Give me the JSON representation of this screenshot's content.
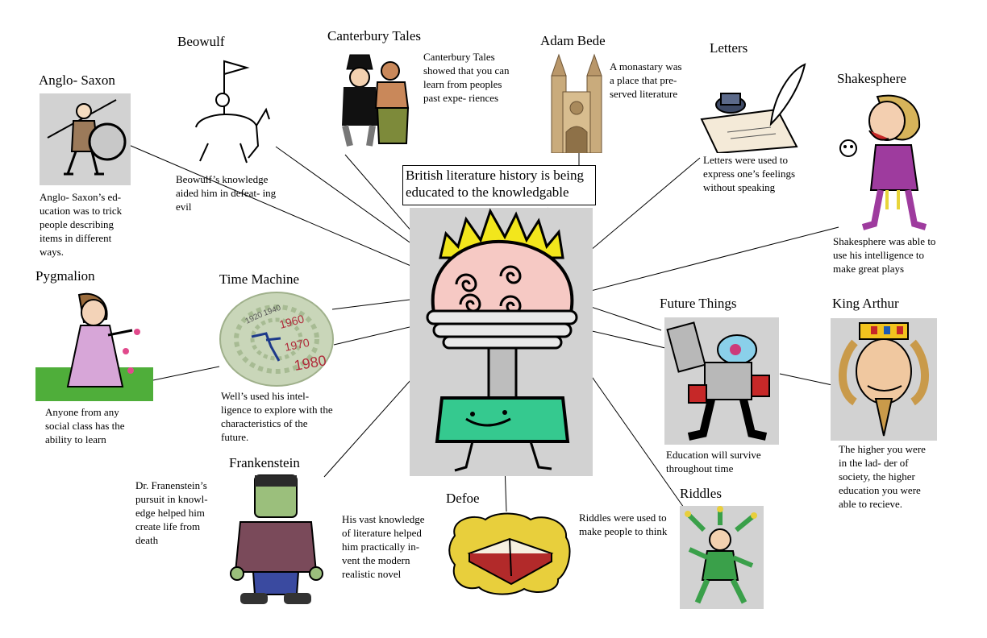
{
  "central": {
    "text": "British literature history is being educated to the knowledgable"
  },
  "nodes": {
    "anglo_saxon": {
      "title": "Anglo- Saxon",
      "caption": "Anglo- Saxon’s ed- ucation was to trick people describing items in different ways."
    },
    "beowulf": {
      "title": "Beowulf",
      "caption": "Beowulf’s knowledge aided him in defeat- ing evil"
    },
    "canterbury": {
      "title": "Canterbury Tales",
      "caption": "Canterbury Tales showed that you can learn from peoples past expe- riences"
    },
    "adam_bede": {
      "title": "Adam Bede",
      "caption": "A monastary was a place that pre- served literature"
    },
    "letters": {
      "title": "Letters",
      "caption": "Letters were used to express one’s feelings without speaking"
    },
    "shakesphere": {
      "title": "Shakesphere",
      "caption": "Shakesphere was able to use his intelligence to make great plays"
    },
    "pygmalion": {
      "title": "Pygmalion",
      "caption": "Anyone from any social class has the ability to learn"
    },
    "time_machine": {
      "title": "Time Machine",
      "caption": "Well’s used his intel- ligence to explore with the characteristics of the future.",
      "years": [
        "1920",
        "1940",
        "1960",
        "1970",
        "1980"
      ]
    },
    "future_things": {
      "title": "Future Things",
      "caption": "Education will survive throughout time"
    },
    "king_arthur": {
      "title": "King Arthur",
      "caption": "The higher you were in the lad- der of society, the higher education you were able to recieve."
    },
    "frankenstein": {
      "title": "Frankenstein",
      "caption": "Dr. Franenstein’s pursuit in knowl- edge helped him create life from death"
    },
    "defoe": {
      "title": "Defoe",
      "caption": "His vast knowledge of literature helped him practically in- vent the modern realistic novel"
    },
    "riddles": {
      "title": "Riddles",
      "caption": "Riddles were used to make people to think"
    }
  },
  "colors": {
    "panel": "#d2d2d2",
    "brain": "#f6c9c4",
    "crown": "#f2e61c",
    "collar": "#35c98f"
  }
}
